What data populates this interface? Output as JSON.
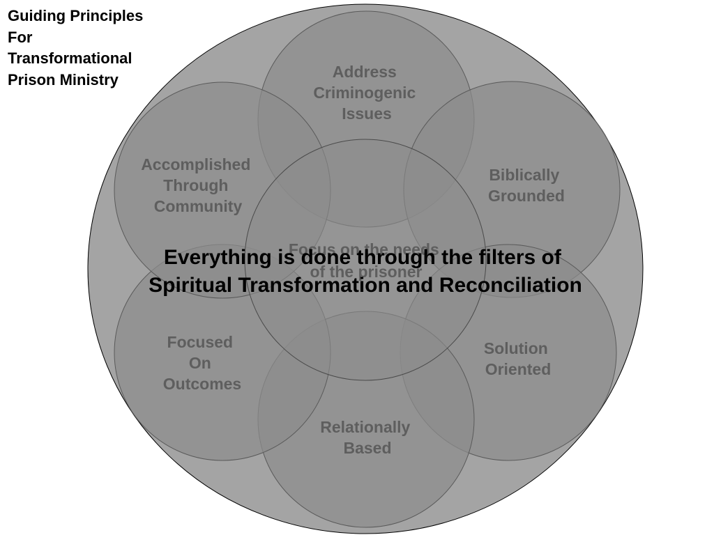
{
  "title": {
    "lines": [
      "Guiding Principles",
      "For",
      "Transformational",
      "Prison Ministry"
    ]
  },
  "diagram": {
    "outer_fill": "#a4a4a4",
    "circle_fill": "#8c8c8c",
    "label_color": "#5e5e5e",
    "center_circle": {
      "label": [
        "Focus on the needs",
        "of the prisoner"
      ]
    },
    "petals": [
      {
        "id": "address-criminogenic-issues",
        "label": [
          "Address",
          "Criminogenic",
          "Issues"
        ]
      },
      {
        "id": "biblically-grounded",
        "label": [
          "Biblically",
          "Grounded"
        ]
      },
      {
        "id": "solution-oriented",
        "label": [
          "Solution",
          "Oriented"
        ]
      },
      {
        "id": "relationally-based",
        "label": [
          "Relationally",
          "Based"
        ]
      },
      {
        "id": "focused-on-outcomes",
        "label": [
          "Focused",
          "On",
          "Outcomes"
        ]
      },
      {
        "id": "accomplished-through-community",
        "label": [
          "Accomplished",
          "Through",
          "Community"
        ]
      }
    ],
    "filter_statement": [
      "Everything is done through the filters of",
      "Spiritual Transformation and Reconciliation"
    ]
  }
}
